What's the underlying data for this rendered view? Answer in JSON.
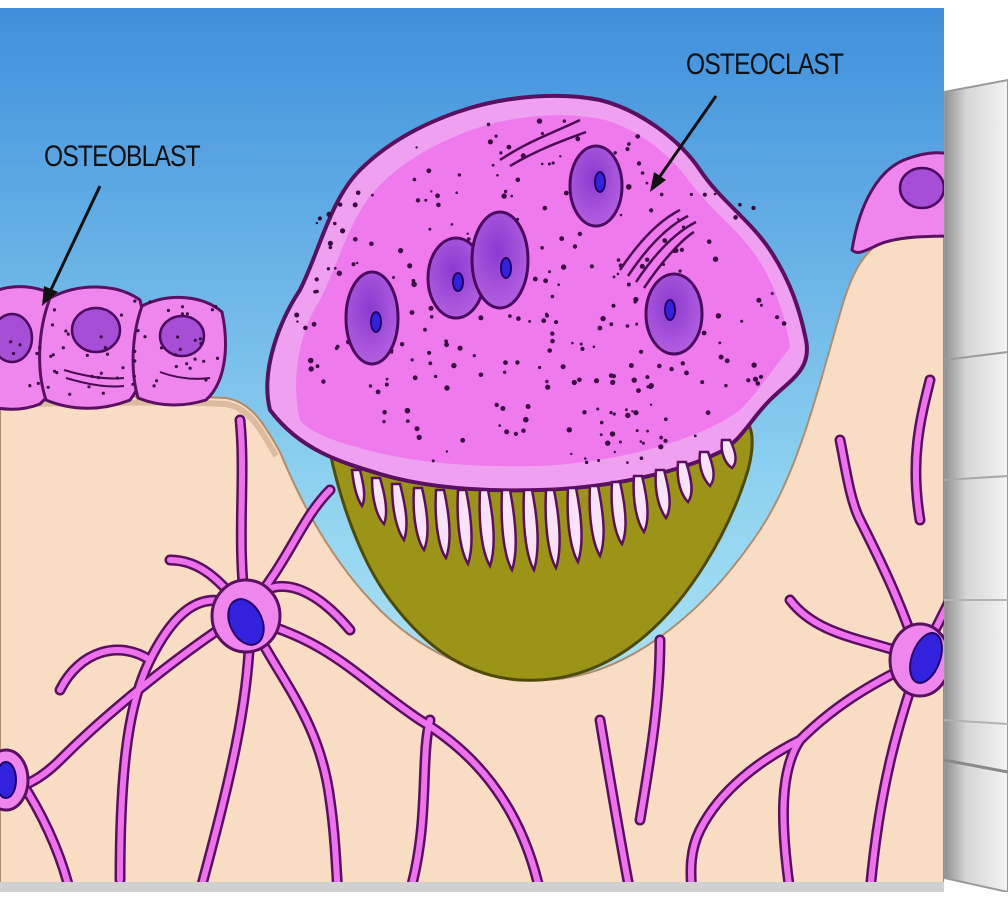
{
  "labels": {
    "osteoblast": "OSTEOBLAST",
    "osteoclast": "OSTEOCLAST"
  },
  "colors": {
    "sky_top": "#3f8fdc",
    "sky_bottom": "#b9ecf6",
    "bone_matrix": "#f8dcc4",
    "bone_edge": "#c9a586",
    "cell_fill": "#ee86ee",
    "cell_edge": "#6a1470",
    "nucleus_fill": "#a64ed6",
    "nucleolus": "#3322dd",
    "resorption_pit": "#9b9416",
    "osteocyte_process": "#ee72ee",
    "frame_gray": "#b9b9b9"
  },
  "icons": [
    "osteoblast-cell",
    "osteoclast-cell",
    "osteocyte-cell",
    "resorption-pit",
    "annotation-arrow"
  ]
}
